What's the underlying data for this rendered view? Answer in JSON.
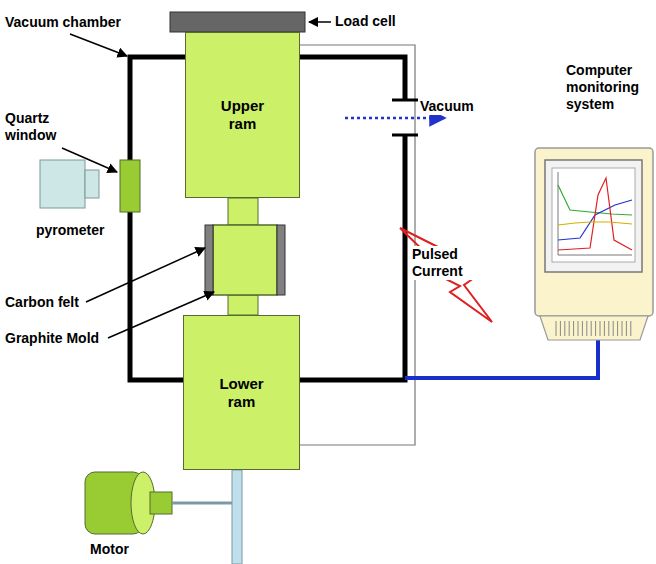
{
  "diagram": {
    "nodes": [
      {
        "text": [
          "Upper ram"
        ]
      },
      {
        "text": [
          "Lower ram"
        ]
      }
    ],
    "labels": [
      "Vacuum chamber",
      "Load cell",
      "Vacuum",
      "Quartz window",
      "pyrometer",
      "Pulsed Current",
      "Carbon felt",
      "Graphite Mold",
      "Computer monitoring system",
      "Motor"
    ]
  }
}
